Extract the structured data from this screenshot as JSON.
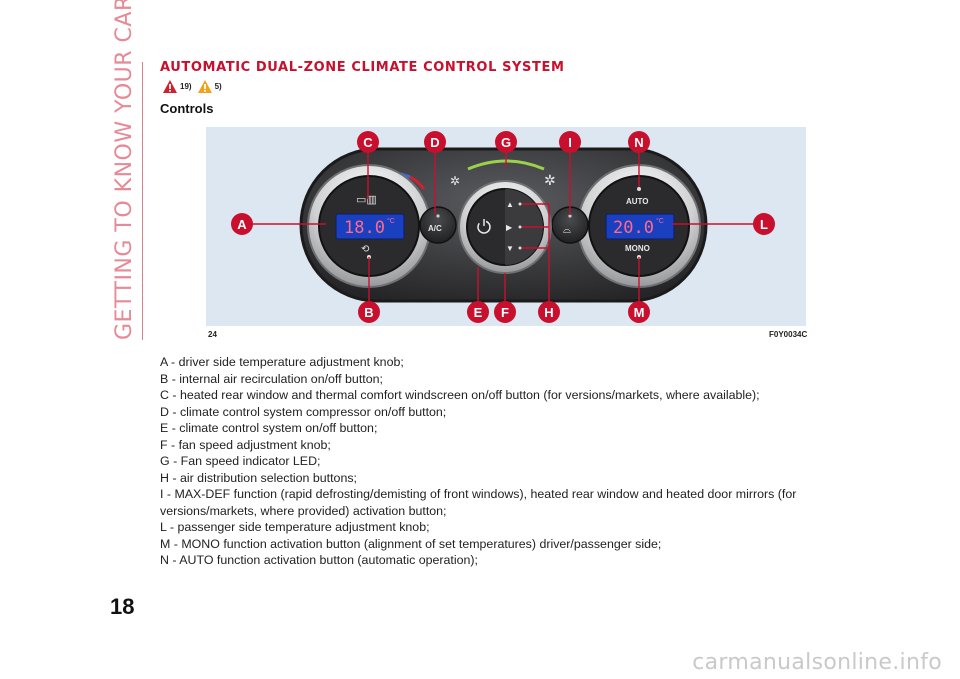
{
  "page": {
    "side_title": "GETTING TO KNOW YOUR CAR",
    "page_number": "18",
    "watermark": "carmanualsonline.info"
  },
  "section": {
    "heading": "AUTOMATIC DUAL-ZONE CLIMATE CONTROL SYSTEM",
    "warning_ref_1": "19)",
    "warning_ref_2": "5)",
    "subheading": "Controls"
  },
  "figure": {
    "number": "24",
    "code": "F0Y0034C",
    "callouts": [
      "A",
      "B",
      "C",
      "D",
      "E",
      "F",
      "G",
      "H",
      "I",
      "L",
      "M",
      "N"
    ],
    "left_display": "18.0",
    "right_display": "20.0",
    "unit": "°C",
    "ac_label": "A/C",
    "auto_label": "AUTO",
    "mono_label": "MONO",
    "colors": {
      "callout": "#c8102e",
      "display": "#1a3fbf",
      "display_text": "#ff6a8a",
      "panel": "#3a3a3c"
    }
  },
  "legend": [
    "A - driver side temperature adjustment knob;",
    "B - internal air recirculation on/off button;",
    "C - heated rear window and thermal comfort windscreen on/off button (for versions/markets, where available);",
    "D - climate control system compressor on/off button;",
    "E - climate control system on/off button;",
    "F - fan speed adjustment knob;",
    "G - Fan speed indicator LED;",
    "H - air distribution selection buttons;",
    "I - MAX-DEF function (rapid defrosting/demisting of front windows), heated rear window and heated door mirrors (for versions/markets, where provided) activation button;",
    "L - passenger side temperature adjustment knob;",
    "M - MONO function activation button (alignment of set temperatures) driver/passenger side;",
    "N - AUTO function activation button (automatic operation);"
  ]
}
